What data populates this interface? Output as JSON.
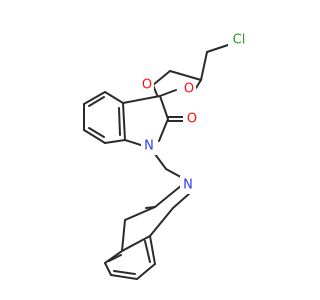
{
  "colors": {
    "bond": "#2b2b2b",
    "oxygen": "#ff0d0d",
    "nitrogen": "#2a3cf5",
    "chlorine": "#1fa01f",
    "background": "#ffffff"
  },
  "atoms": {
    "chlorine": "Cl",
    "oxygen_ring_left": "O",
    "oxygen_ring_right": "O",
    "oxygen_carbonyl": "O",
    "nitrogen_indole": "N",
    "nitrogen_isoquinoline": "N"
  }
}
